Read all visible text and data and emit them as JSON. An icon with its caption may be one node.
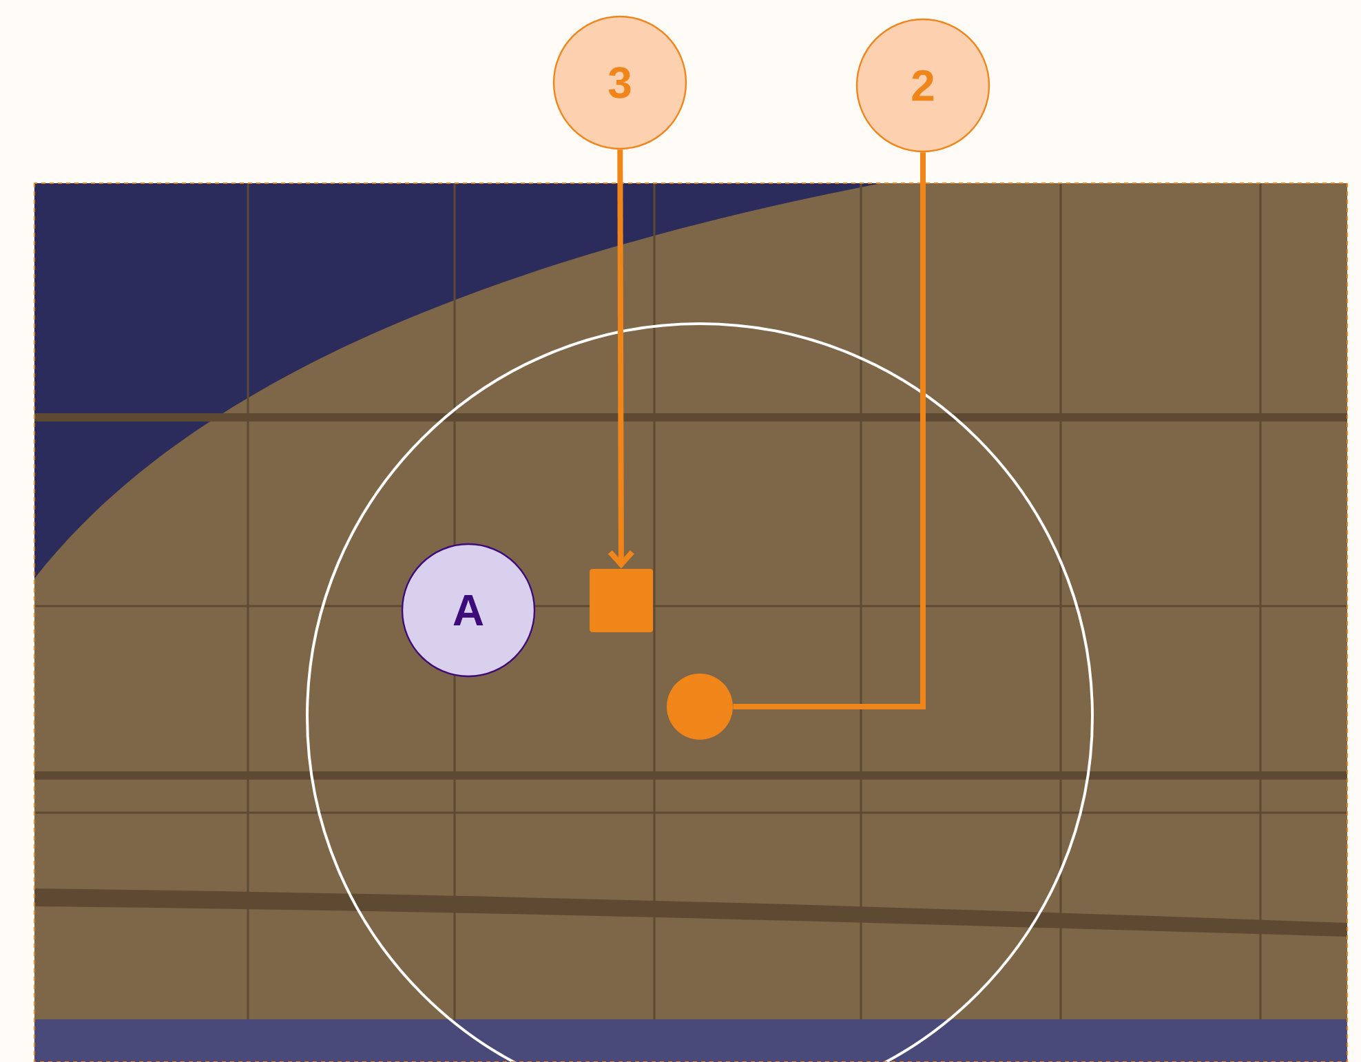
{
  "diagram": {
    "nodes": [
      {
        "text": [
          "3"
        ]
      },
      {
        "text": [
          "2"
        ]
      },
      {
        "text": [
          "A"
        ]
      },
      {
        "text": [],
        "shape": "box"
      },
      {
        "text": [],
        "shape": "circle"
      }
    ],
    "edges": [
      {
        "from": 0,
        "to": 3,
        "arrow": "to"
      },
      {
        "from": 1,
        "to": 4,
        "arrow": "none"
      }
    ]
  }
}
